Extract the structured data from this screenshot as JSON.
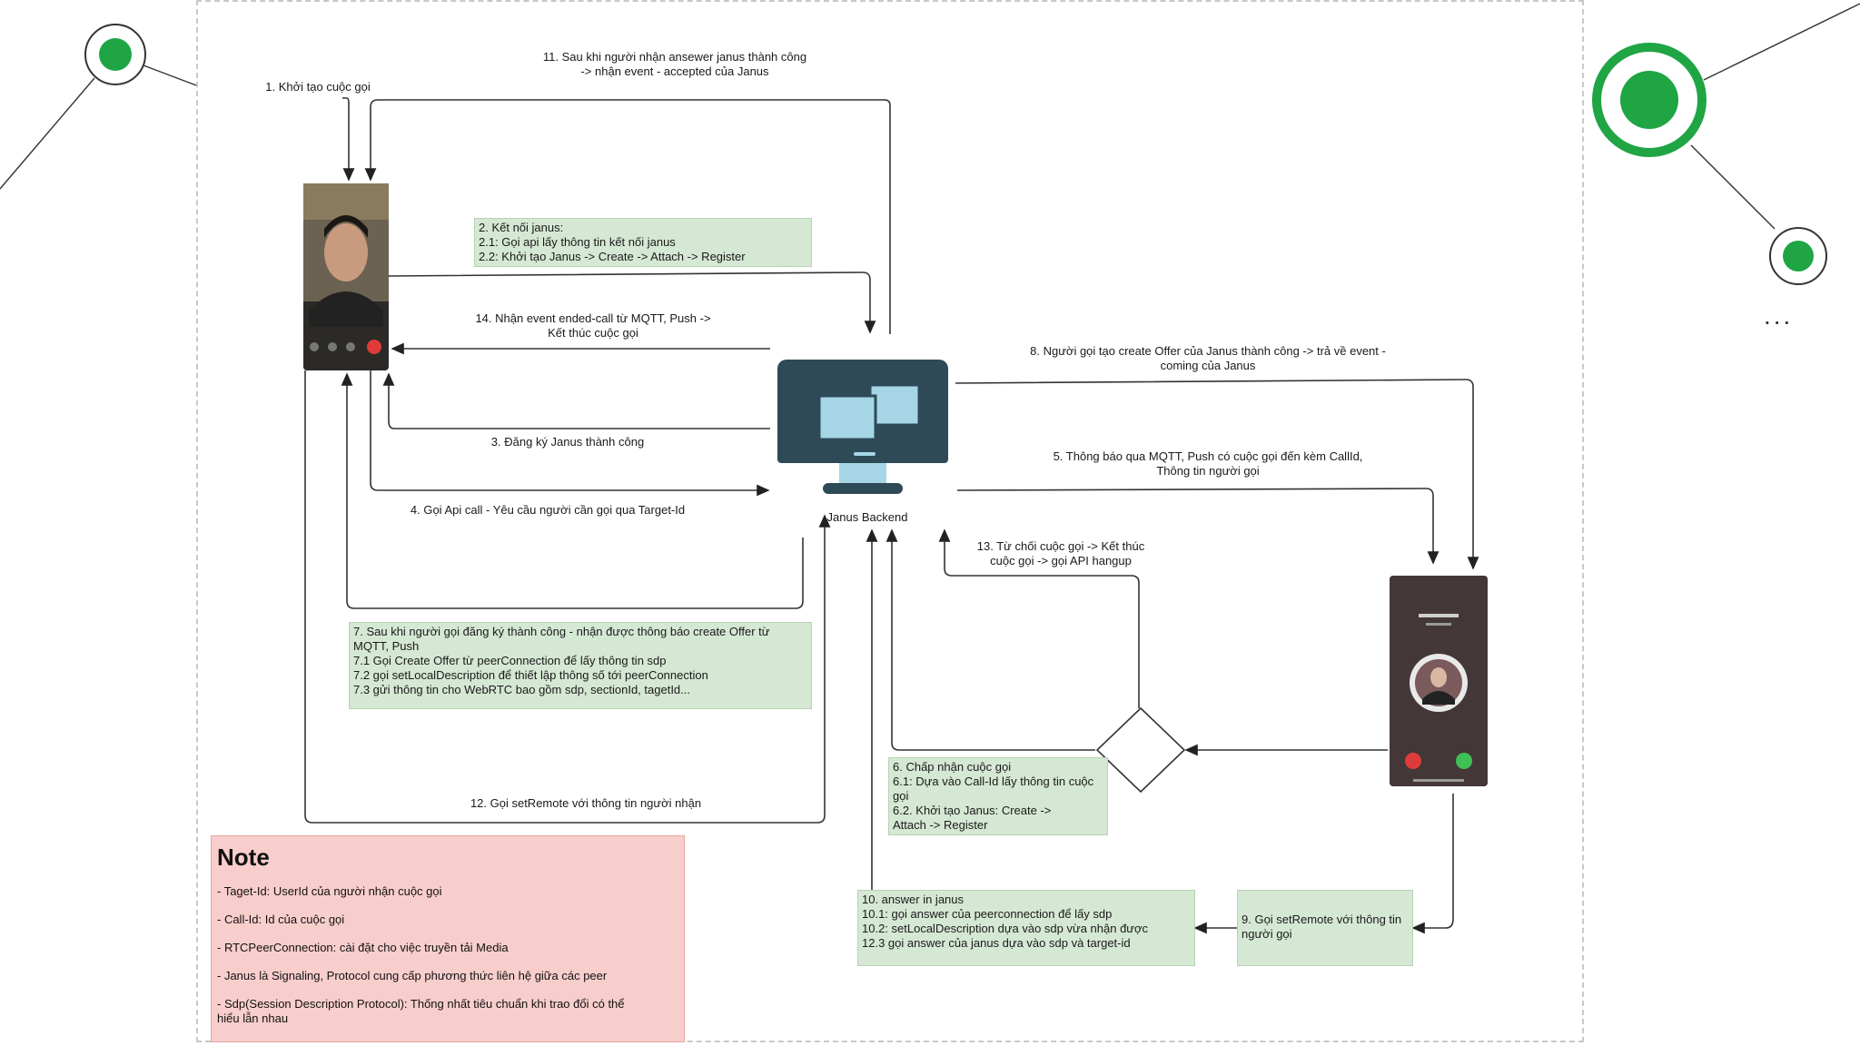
{
  "labels": {
    "l1": "1. Khởi tạo cuộc gọi",
    "l11": "11. Sau khi người nhận ansewer janus thành công\n-> nhận event - accepted  của Janus",
    "l14": "14. Nhận event ended-call từ MQTT, Push ->\nKết thúc cuộc gọi",
    "l3": "3. Đăng ký Janus thành công",
    "l4": "4. Gọi Api call -  Yêu cầu người cần gọi qua Target-Id",
    "l8": "8.  Người gọi tạo create Offer của Janus thành công ->  trả về event -\ncoming của Janus",
    "l5": "5. Thông báo qua MQTT, Push có cuộc gọi đến kèm CallId,\nThông tin người gọi",
    "l13": "13. Từ chối cuộc gọi -> Kết thúc\ncuộc gọi -> gọi API hangup",
    "l12": "12. Gọi setRemote với thông tin người nhận",
    "janus": "Janus Backend"
  },
  "boxes": {
    "b2": "2. Kết nối janus:\n2.1: Gọi api lấy thông tin kết nối janus\n2.2: Khởi tạo Janus -> Create -> Attach -> Register",
    "b7": "7. Sau khi người gọi đăng ký thành công - nhận được thông báo create Offer từ MQTT, Push\n7.1 Gọi Create Offer từ peerConnection để lấy thông tin sdp\n7.2 gọi setLocalDescription để thiết lập thông số tới peerConnection\n7.3 gửi thông tin cho WebRTC bao gồm sdp, sectionId, tagetId...",
    "b6": "6. Chấp nhận cuộc gọi\n6.1: Dựa vào Call-Id lấy thông tin cuộc gọi\n6.2. Khởi tạo Janus: Create ->\nAttach -> Register",
    "b10": "10. answer in janus\n10.1: gọi answer của peerconnection để lấy sdp\n10.2: setLocalDescription dựa vào sdp vừa nhận được\n12.3 gọi answer của janus dựa vào sdp và target-id",
    "b9": "9. Gọi setRemote với thông tin người gọi"
  },
  "note": {
    "title": "Note",
    "items": [
      "- Taget-Id: UserId của người nhận cuộc gọi",
      "- Call-Id: Id của cuộc gọi",
      "- RTCPeerConnection: cài đặt cho việc truyền tải Media",
      "- Janus là Signaling, Protocol cung cấp phương thức liên hệ giữa các peer",
      "- Sdp(Session Description Protocol): Thống nhất tiêu chuẩn khi trao đổi có thể\nhiểu lẫn nhau"
    ]
  },
  "ellipsis": "...",
  "colors": {
    "accent_green": "#1fa544",
    "box_green": "#d5e8d4",
    "note_red": "#f8cecc",
    "monitor_dark": "#2e4a57",
    "monitor_screen": "#a6d6e6"
  }
}
